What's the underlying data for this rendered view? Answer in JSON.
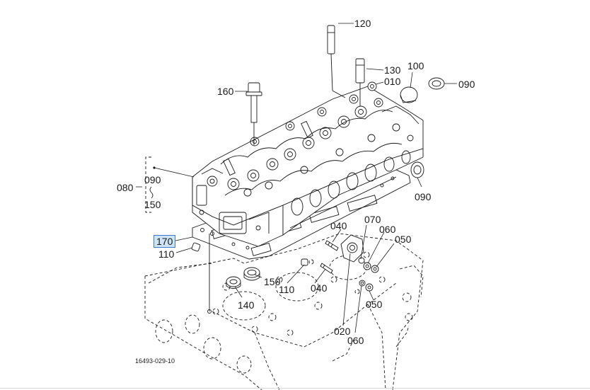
{
  "diagram": {
    "drawing_code": "16493-029-10",
    "accent_color": "#3a7bd5",
    "highlight_color": "#cfe3f7",
    "callouts": [
      {
        "id": "c120",
        "label": "120"
      },
      {
        "id": "c130",
        "label": "130"
      },
      {
        "id": "c010",
        "label": "010"
      },
      {
        "id": "c100",
        "label": "100"
      },
      {
        "id": "c090a",
        "label": "090"
      },
      {
        "id": "c160",
        "label": "160"
      },
      {
        "id": "c080",
        "label": "080"
      },
      {
        "id": "c090b",
        "label": "090"
      },
      {
        "id": "c150a",
        "label": "150"
      },
      {
        "id": "c090c",
        "label": "090"
      },
      {
        "id": "c170",
        "label": "170",
        "selected": true
      },
      {
        "id": "c110a",
        "label": "110"
      },
      {
        "id": "c070",
        "label": "070"
      },
      {
        "id": "c040a",
        "label": "040"
      },
      {
        "id": "c060a",
        "label": "060"
      },
      {
        "id": "c050a",
        "label": "050"
      },
      {
        "id": "c150b",
        "label": "150"
      },
      {
        "id": "c110b",
        "label": "110"
      },
      {
        "id": "c040b",
        "label": "040"
      },
      {
        "id": "c140",
        "label": "140"
      },
      {
        "id": "c050b",
        "label": "050"
      },
      {
        "id": "c020",
        "label": "020"
      },
      {
        "id": "c060b",
        "label": "060"
      }
    ]
  }
}
